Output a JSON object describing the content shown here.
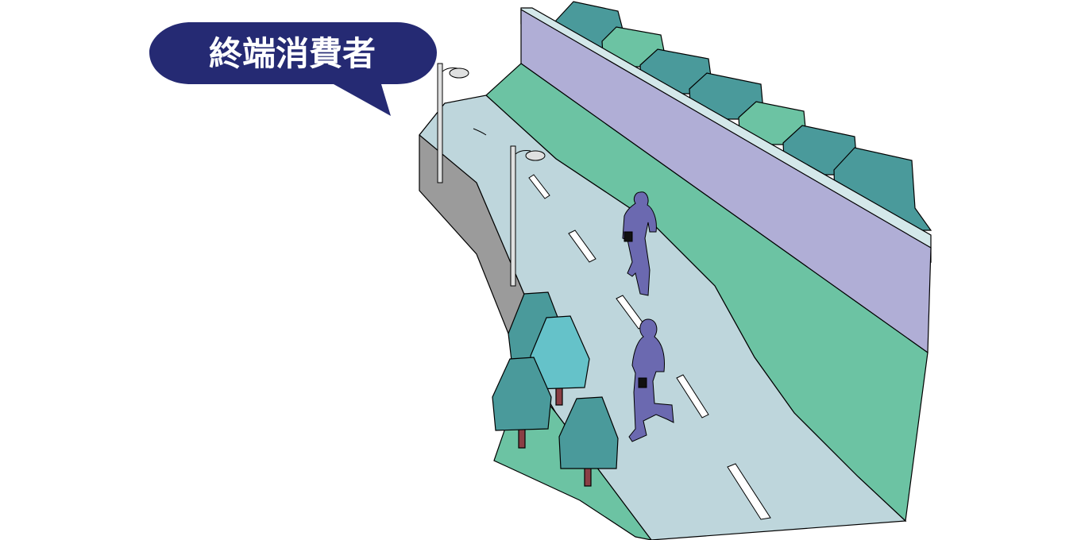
{
  "callout": {
    "label": "終端消費者"
  },
  "colors": {
    "bubble": "#252a73",
    "road": "#bed6dc",
    "grass": "#6cc3a3",
    "wall": "#b0aed6",
    "wall_top": "#d4e8ea",
    "concrete": "#9b9b9b",
    "tree_dark": "#4a9a9b",
    "tree_light": "#65c2c9",
    "runner": "#6b69b0",
    "lamp": "#dfe0e0",
    "trunk": "#8a3f45"
  },
  "scene": {
    "runners": 2,
    "street_lamps": 2,
    "trees": 4
  }
}
